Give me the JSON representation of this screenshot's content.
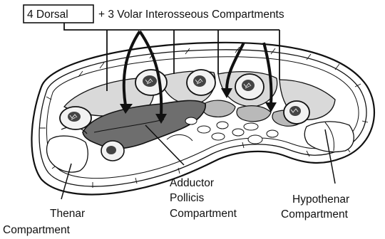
{
  "figure": {
    "title": {
      "boxed": "4 Dorsal",
      "rest": "+ 3 Volar Interosseous Compartments"
    },
    "labels": {
      "adductor": [
        "Adductor",
        "Pollicis",
        "Compartment"
      ],
      "hypothenar": [
        "Hypothenar",
        "Compartment"
      ],
      "thenar": [
        "Thenar",
        "Compartment"
      ]
    },
    "colors": {
      "line": "#111111",
      "skin_fill": "#ffffff",
      "adductor_fill": "#6e6e6e",
      "volar_fill": "#b9b9b9",
      "dorsal_fill": "#d9d9d9",
      "bone_fill": "#f2f2f2",
      "tendon_fill": "#ffffff"
    }
  }
}
